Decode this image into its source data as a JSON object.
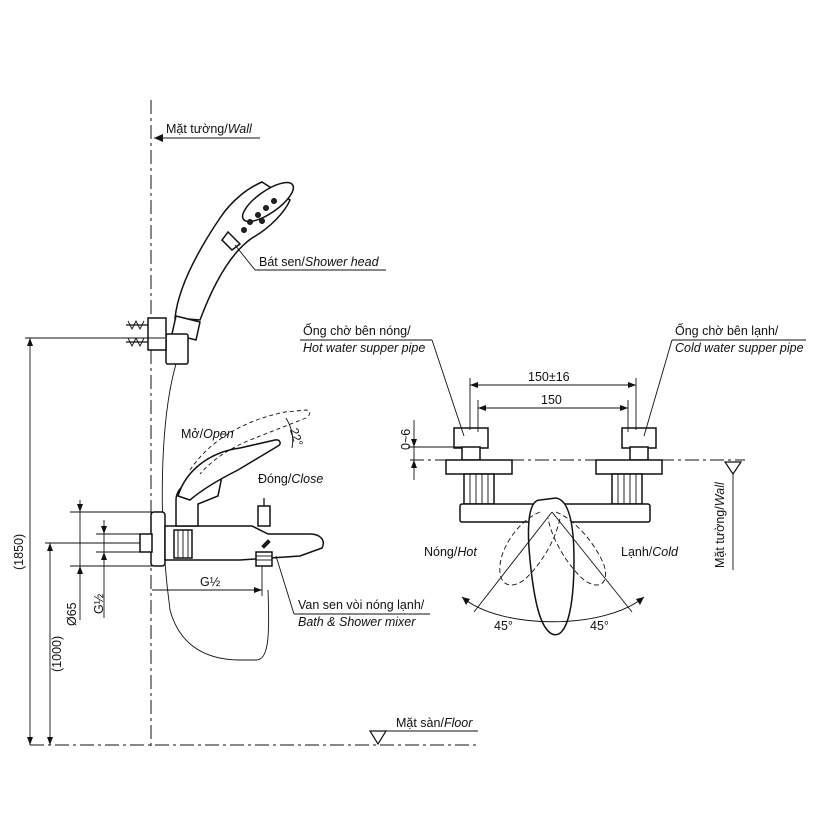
{
  "labels": {
    "wall_top": "Mặt tường/",
    "wall_top_en": "Wall",
    "shower_head": "Bát sen/",
    "shower_head_en": "Shower head",
    "open": "Mở/",
    "open_en": "Open",
    "close": "Đóng/",
    "close_en": "Close",
    "angle_22": "22°",
    "g_half_h": "G½",
    "mixer": "Van sen vòi nóng lạnh/",
    "mixer_en": "Bath & Shower mixer",
    "floor": "Mặt sàn/",
    "floor_en": "Floor",
    "dim_1850": "(1850)",
    "dim_1000": "(1000)",
    "dim_65": "Ø65",
    "dim_g_half_v": "G½",
    "hot_pipe": "Ống chờ bên nóng/",
    "hot_pipe_en": "Hot water supper pipe",
    "cold_pipe": "Ống chờ bên lạnh/",
    "cold_pipe_en": "Cold water supper pipe",
    "dim_150_16": "150±16",
    "dim_150": "150",
    "dim_0_6": "0~6",
    "hot": "Nóng/",
    "hot_en": "Hot",
    "cold": "Lạnh/",
    "cold_en": "Cold",
    "angle_45_left": "45°",
    "angle_45_right": "45°",
    "wall_right": "Mặt tường/",
    "wall_right_en": "Wall"
  }
}
